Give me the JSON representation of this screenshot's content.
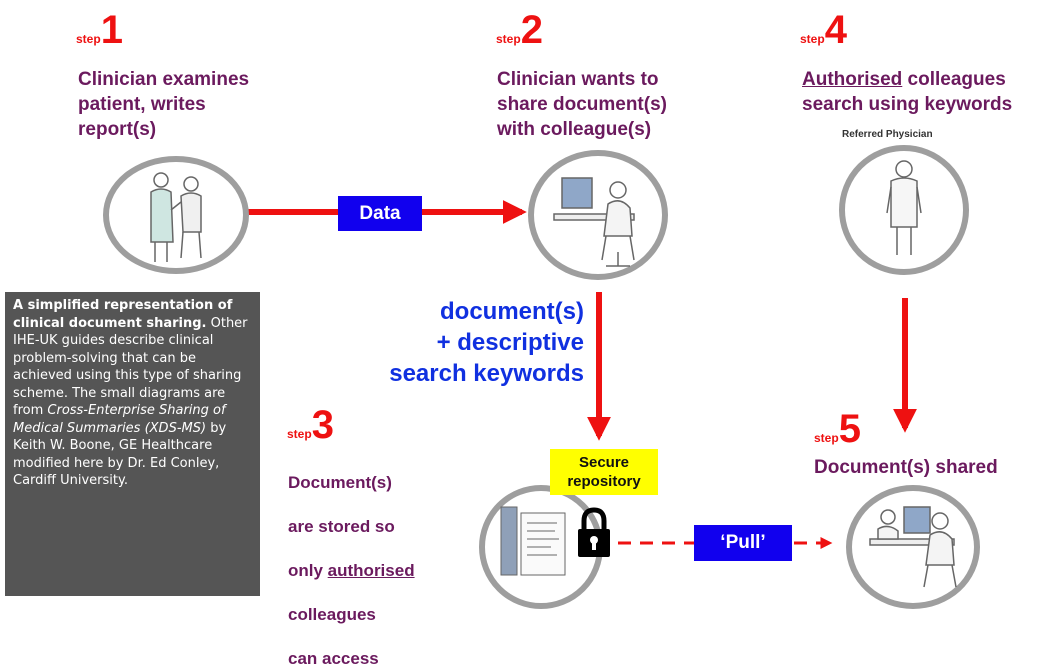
{
  "steps": {
    "s1": {
      "word": "step",
      "num": "1",
      "title": "Clinician examines\npatient, writes\nreport(s)"
    },
    "s2": {
      "word": "step",
      "num": "2",
      "title": "Clinician wants to\nshare document(s)\nwith colleague(s)"
    },
    "s3": {
      "word": "step",
      "num": "3",
      "title_line1": "Document(s)",
      "title_line2": "are stored so",
      "title_line3_pre": "only ",
      "title_line3_u": "authorised",
      "title_line4": "colleagues",
      "title_line5": "can access"
    },
    "s4": {
      "word": "step",
      "num": "4",
      "title_u": "Authorised",
      "title_rest": " colleagues",
      "title_line2": "search using keywords",
      "caption": "Referred Physician"
    },
    "s5": {
      "word": "step",
      "num": "5",
      "title": "Document(s) shared"
    }
  },
  "labels": {
    "data": "Data",
    "pull": "‘Pull’",
    "secure": "Secure\nrepository",
    "documents": "document(s)\n+ descriptive\nsearch keywords"
  },
  "note": {
    "bold": "A simplified representation of clinical document sharing.",
    "text1": " Other IHE-UK guides describe clinical problem-solving that can be achieved using this type of sharing scheme. The small diagrams are from ",
    "italic": "Cross-Enterprise Sharing of Medical Summaries (XDS-MS)",
    "text2": " by Keith W. Boone, GE Healthcare modified here by Dr. Ed Conley, Cardiff University."
  },
  "colors": {
    "arrow": "#ee1111",
    "step": "#ee1111",
    "title": "#6b1a5e",
    "blue": "#1030e0",
    "box": "#1100ee",
    "yellow": "#ffff00",
    "note_bg": "#555555"
  },
  "icons": [
    "patient-clinician-icon",
    "clinician-computer-icon",
    "physician-icon",
    "document-stack-icon",
    "padlock-icon",
    "shared-computer-icon"
  ]
}
